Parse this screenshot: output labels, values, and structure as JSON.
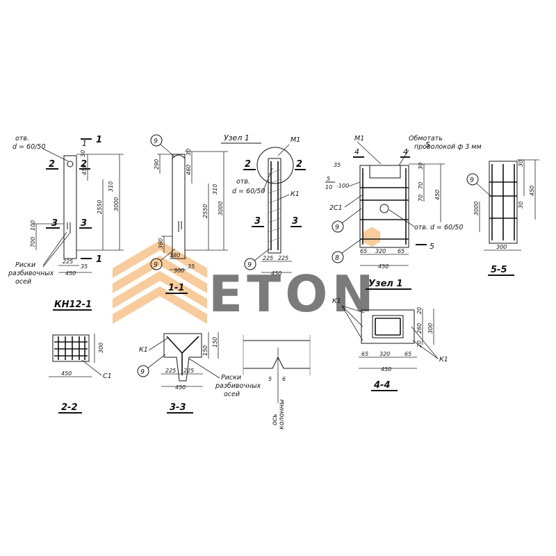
{
  "colors": {
    "ink": "#111111",
    "watermark": "#f2a24a",
    "watermark_gray": "#9a9a9a"
  },
  "watermark": {
    "text": "ETON"
  },
  "views": {
    "kn12": {
      "title": "КН12-1",
      "hole_label_1": "отв.",
      "hole_label_2": "d = 60/50",
      "sec_1": "1",
      "sec_2": "2",
      "sec_3": "3",
      "dims": {
        "d30": "30",
        "d450": "450",
        "d2550": "2550",
        "d3000": "3000",
        "d100": "100",
        "d700": "700",
        "d225": "225",
        "d450b": "450",
        "d35": "35",
        "d310": "310"
      },
      "notes_1": "Риски",
      "notes_2": "разбивочных",
      "notes_3": "осей"
    },
    "s11": {
      "title": "1-1",
      "mark": "9",
      "dims": {
        "d290": "290",
        "d30": "30",
        "d460": "460",
        "d2550": "2550",
        "d3000": "3000",
        "d310": "310",
        "d360": "360",
        "d180": "180",
        "d300": "300",
        "d35": "35"
      }
    },
    "uzel1a": {
      "title": "Узел 1",
      "m1": "М1",
      "k1": "К1",
      "sec_2": "2",
      "sec_3": "3",
      "hole_1": "отв.",
      "hole_2": "d = 60/50",
      "mark": "9",
      "dims": {
        "d225a": "225",
        "d225b": "225",
        "d450": "450"
      }
    },
    "uzel1b": {
      "title": "Узел 1",
      "m1": "М1",
      "wrap_1": "Обмотать",
      "wrap_2": "проволокой ф 3 мм",
      "sec_4": "4",
      "sec_5": "5",
      "frac_top": "5",
      "frac_bot": "10",
      "frac_val": "-100",
      "c1": "2С1",
      "mark9": "9",
      "mark8": "8",
      "hole": "отв. d = 60/50",
      "dims": {
        "d35": "35",
        "d30": "30",
        "d70a": "70",
        "d70b": "70",
        "d450": "450",
        "d65a": "65",
        "d320": "320",
        "d65b": "65",
        "d450b": "450"
      }
    },
    "s55": {
      "title": "5-5",
      "mark": "9",
      "dims": {
        "d30": "30",
        "d450": "450",
        "d30b": "30",
        "d3000": "3000",
        "d300": "300"
      }
    },
    "s22": {
      "title": "2-2",
      "c1": "С1",
      "dims": {
        "d300": "300",
        "d450": "450"
      }
    },
    "s33": {
      "title": "3-3",
      "k1": "К1",
      "mark": "9",
      "notes_1": "Риски",
      "notes_2": "разбивочных",
      "notes_3": "осей",
      "dims": {
        "d150a": "150",
        "d150b": "150",
        "d225a": "225",
        "d225b": "225",
        "d450": "450"
      }
    },
    "axis": {
      "label_1": "ось",
      "label_2": "колонны",
      "d5": "5",
      "d6": "6"
    },
    "s44": {
      "title": "4-4",
      "k1a": "К1",
      "k1b": "К1",
      "dims": {
        "d20a": "20",
        "d260": "260",
        "d300": "300",
        "d20b": "20",
        "d65a": "65",
        "d320": "320",
        "d65b": "65",
        "d450": "450"
      }
    }
  }
}
